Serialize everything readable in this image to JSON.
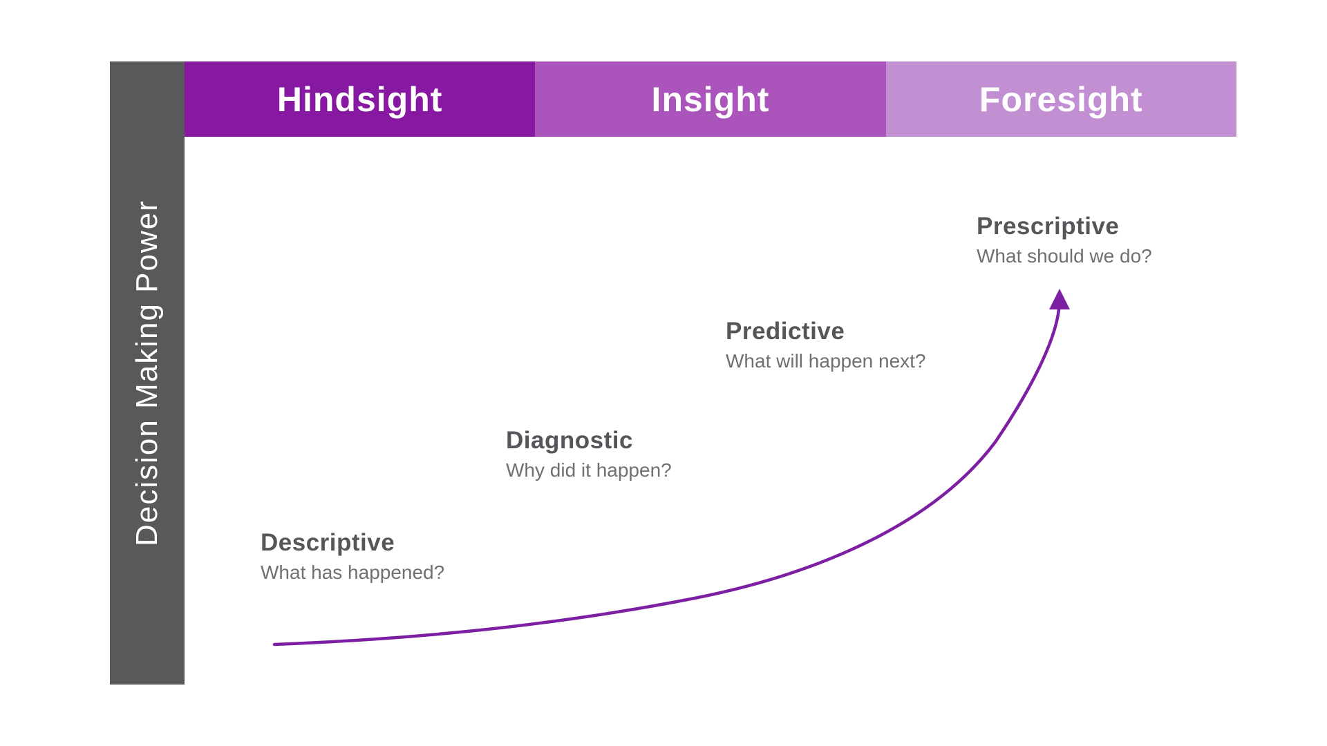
{
  "colors": {
    "background": "#FFFFFF",
    "axis_bar": "#58595B",
    "band_text": "#FFFFFF",
    "curve": "#7D1FA2",
    "stage_title": "#54565A",
    "stage_question": "#6F7072"
  },
  "y_axis": {
    "label": "Decision Making Power"
  },
  "header": {
    "bands": [
      {
        "label": "Hindsight",
        "color": "#8718A2"
      },
      {
        "label": "Insight",
        "color": "#AB55BC"
      },
      {
        "label": "Foresight",
        "color": "#C18FD2"
      }
    ]
  },
  "stages": [
    {
      "title": "Descriptive",
      "question": "What has happened?"
    },
    {
      "title": "Diagnostic",
      "question": "Why did it happen?"
    },
    {
      "title": "Predictive",
      "question": "What will happen next?"
    },
    {
      "title": "Prescriptive",
      "question": "What should we do?"
    }
  ],
  "curve": {
    "description": "exponential rise from bottom-left to upper-right arrow"
  }
}
